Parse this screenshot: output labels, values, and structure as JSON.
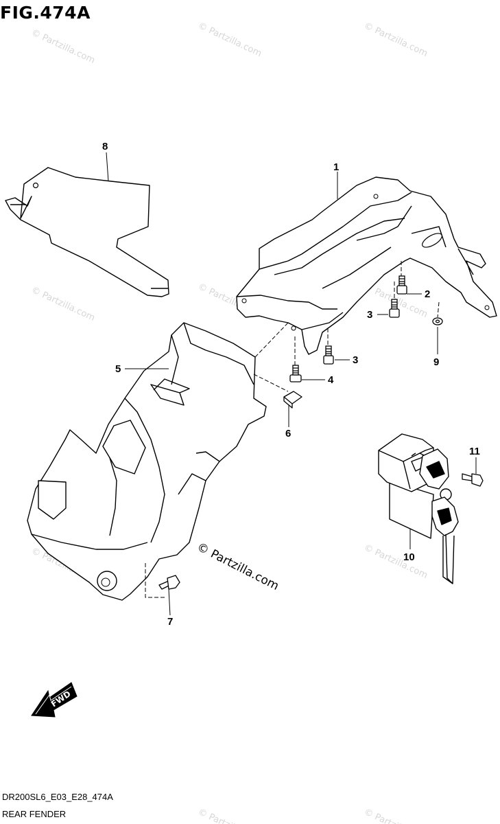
{
  "figure_title": "FIG.474A",
  "callouts": {
    "p1": "1",
    "p2": "2",
    "p3a": "3",
    "p3b": "3",
    "p4": "4",
    "p5": "5",
    "p6": "6",
    "p7": "7",
    "p8": "8",
    "p9": "9",
    "p10": "10",
    "p11": "11"
  },
  "watermark_text": "© Partzilla.com",
  "fwd_label": "FWD",
  "model_code": "DR200SL6_E03_E28_474A",
  "caption": "REAR FENDER"
}
